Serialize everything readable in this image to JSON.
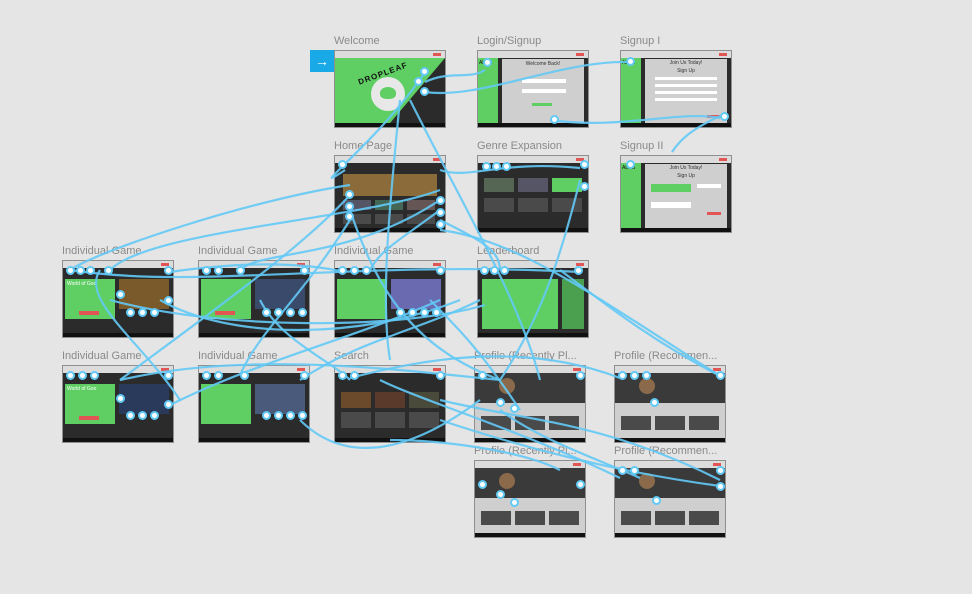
{
  "start": {
    "arrow": "→"
  },
  "frames": {
    "welcome": {
      "label": "Welcome",
      "logo_text": "DROPLEAF"
    },
    "login": {
      "label": "Login/Signup",
      "heading": "Welcome Back!",
      "about": "About"
    },
    "signup1": {
      "label": "Signup I",
      "heading": "Join Us Today!",
      "sub": "Sign Up",
      "about": "About"
    },
    "home": {
      "label": "Home Page"
    },
    "genre": {
      "label": "Genre Expansion"
    },
    "signup2": {
      "label": "Signup II",
      "heading": "Join Us Today!",
      "sub": "Sign Up",
      "about": "About"
    },
    "game1": {
      "label": "Individual Game",
      "title": "World of Goo"
    },
    "game2": {
      "label": "Individual Game"
    },
    "game3": {
      "label": "Individual Game"
    },
    "leaderboard": {
      "label": "Leaderboard"
    },
    "game4": {
      "label": "Individual Game",
      "title": "World of Goo"
    },
    "game5": {
      "label": "Individual Game"
    },
    "search": {
      "label": "Search"
    },
    "profile_recent1": {
      "label": "Profile (Recently Pl..."
    },
    "profile_rec1": {
      "label": "Profile (Recommen..."
    },
    "profile_recent2": {
      "label": "Profile (Recently Pl..."
    },
    "profile_rec2": {
      "label": "Profile (Recommen..."
    }
  },
  "colors": {
    "link": "#5fc8f5",
    "accent": "#5fcf63",
    "start": "#18a9e6"
  }
}
